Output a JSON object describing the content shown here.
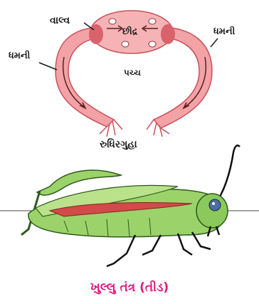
{
  "labels": {
    "valve": "વાલ્વ",
    "artery_left": "ધમની",
    "artery_right": "ધમની",
    "pore": "છીદ્ર",
    "tube": "પચ્ચ",
    "cavity": "રુધિરગુહા"
  },
  "caption": "ખુલ્લુ તંત્ર (તીડ)",
  "colors": {
    "vessel": "#f3a2a6",
    "vessel_outline": "#c8505a",
    "grasshopper_body": "#9bd36a",
    "grasshopper_outline": "#2f5a1a",
    "caption": "#e0177e"
  }
}
